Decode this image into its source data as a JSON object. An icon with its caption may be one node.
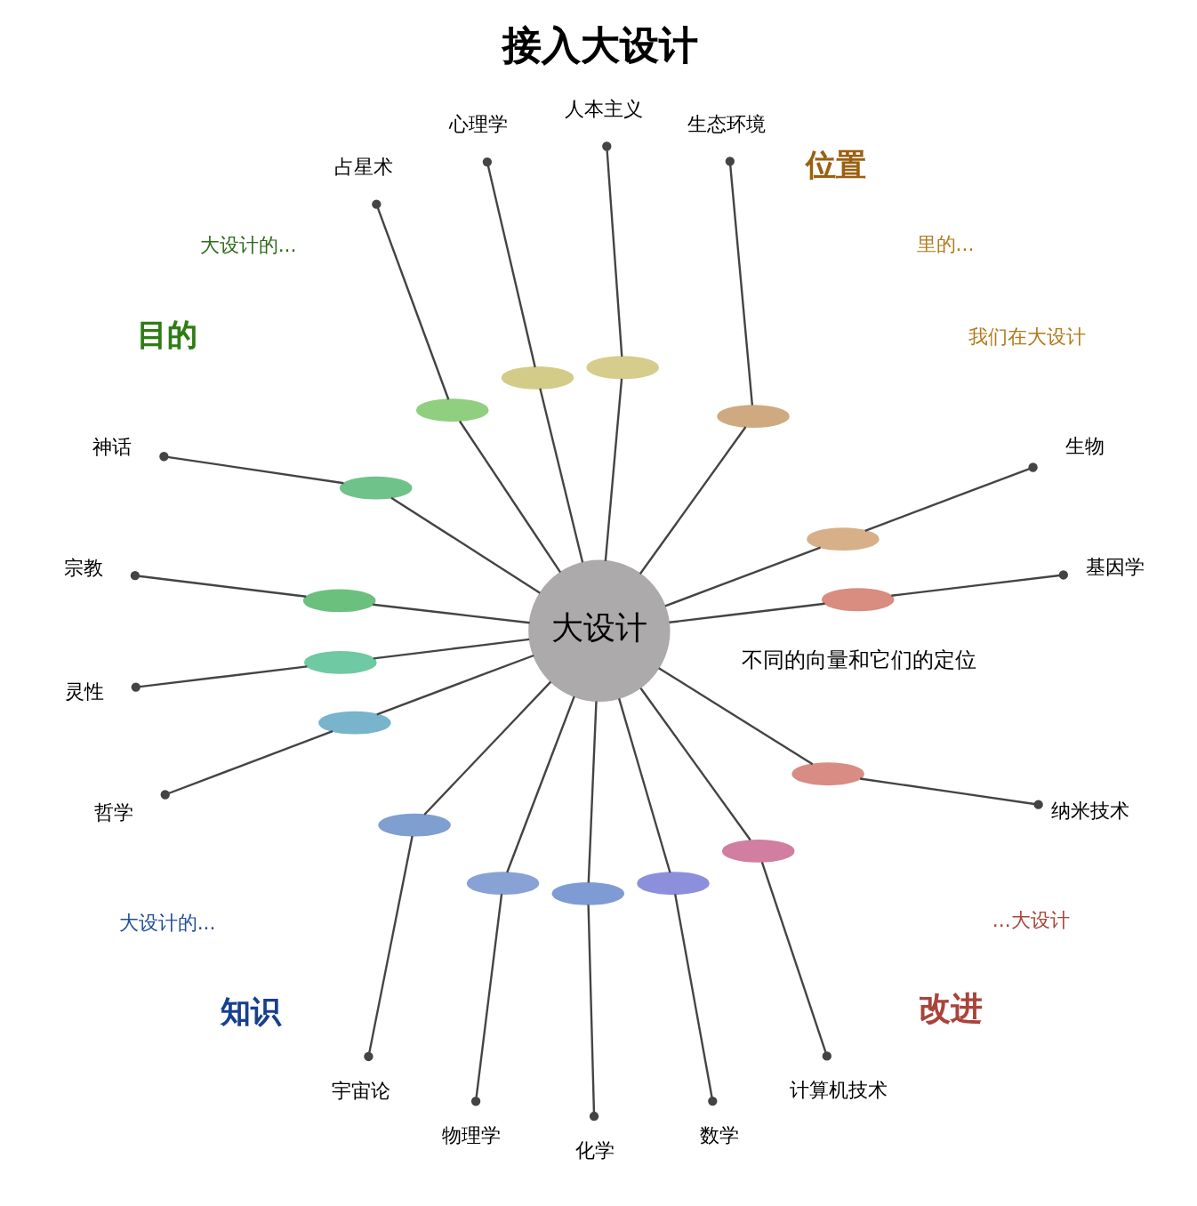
{
  "diagram": {
    "title": "接入大设计",
    "nodes": [
      {
        "text": [
          "大设计"
        ]
      },
      {
        "text": [
          "基因学"
        ]
      },
      {
        "text": [
          "生物"
        ]
      },
      {
        "text": [
          "生态环境"
        ]
      },
      {
        "text": [
          "人本主义"
        ]
      },
      {
        "text": [
          "心理学"
        ]
      },
      {
        "text": [
          "占星术"
        ]
      },
      {
        "text": [
          "神话"
        ]
      },
      {
        "text": [
          "宗教"
        ]
      },
      {
        "text": [
          "灵性"
        ]
      },
      {
        "text": [
          "哲学"
        ]
      },
      {
        "text": [
          "宇宙论"
        ]
      },
      {
        "text": [
          "物理学"
        ]
      },
      {
        "text": [
          "化学"
        ]
      },
      {
        "text": [
          "数学"
        ]
      },
      {
        "text": [
          "计算机技术"
        ]
      },
      {
        "text": [
          "纳米技术"
        ]
      },
      {
        "text": [],
        "shape": "lens"
      },
      {
        "text": [],
        "shape": "lens"
      },
      {
        "text": [],
        "shape": "lens"
      },
      {
        "text": [],
        "shape": "lens"
      },
      {
        "text": [],
        "shape": "lens"
      },
      {
        "text": [],
        "shape": "lens"
      },
      {
        "text": [],
        "shape": "lens"
      },
      {
        "text": [],
        "shape": "lens"
      },
      {
        "text": [],
        "shape": "lens"
      },
      {
        "text": [],
        "shape": "lens"
      },
      {
        "text": [],
        "shape": "lens"
      },
      {
        "text": [],
        "shape": "lens"
      },
      {
        "text": [],
        "shape": "lens"
      },
      {
        "text": [],
        "shape": "lens"
      },
      {
        "text": [],
        "shape": "lens"
      },
      {
        "text": [],
        "shape": "lens"
      }
    ],
    "edges": [
      {
        "from": 0,
        "to": 17,
        "arrow": "none"
      },
      {
        "from": 1,
        "to": 17,
        "arrow": "other"
      },
      {
        "from": 0,
        "to": 18,
        "arrow": "none"
      },
      {
        "from": 2,
        "to": 18,
        "arrow": "other"
      },
      {
        "from": 0,
        "to": 19,
        "arrow": "none"
      },
      {
        "from": 3,
        "to": 19,
        "arrow": "other"
      },
      {
        "from": 0,
        "to": 20,
        "arrow": "none"
      },
      {
        "from": 4,
        "to": 20,
        "arrow": "other"
      },
      {
        "from": 0,
        "to": 21,
        "arrow": "none"
      },
      {
        "from": 5,
        "to": 21,
        "arrow": "other"
      },
      {
        "from": 0,
        "to": 22,
        "arrow": "none"
      },
      {
        "from": 6,
        "to": 22,
        "arrow": "other"
      },
      {
        "from": 0,
        "to": 23,
        "arrow": "none"
      },
      {
        "from": 7,
        "to": 23,
        "arrow": "other"
      },
      {
        "from": 0,
        "to": 24,
        "arrow": "none"
      },
      {
        "from": 8,
        "to": 24,
        "arrow": "other"
      },
      {
        "from": 0,
        "to": 25,
        "arrow": "none"
      },
      {
        "from": 9,
        "to": 25,
        "arrow": "other"
      },
      {
        "from": 0,
        "to": 26,
        "arrow": "none"
      },
      {
        "from": 10,
        "to": 26,
        "arrow": "other"
      },
      {
        "from": 0,
        "to": 27,
        "arrow": "none"
      },
      {
        "from": 11,
        "to": 27,
        "arrow": "other"
      },
      {
        "from": 0,
        "to": 28,
        "arrow": "none"
      },
      {
        "from": 12,
        "to": 28,
        "arrow": "other"
      },
      {
        "from": 0,
        "to": 29,
        "arrow": "none"
      },
      {
        "from": 13,
        "to": 29,
        "arrow": "other"
      },
      {
        "from": 0,
        "to": 30,
        "arrow": "none"
      },
      {
        "from": 14,
        "to": 30,
        "arrow": "other"
      },
      {
        "from": 0,
        "to": 31,
        "arrow": "none"
      },
      {
        "from": 15,
        "to": 31,
        "arrow": "other"
      },
      {
        "from": 0,
        "to": 32,
        "arrow": "none"
      },
      {
        "from": 16,
        "to": 32,
        "arrow": "other"
      }
    ],
    "labels": [
      "不同的向量和它们的定位",
      "改进",
      "...大设计",
      "我们在大设计",
      "里的...",
      "位置",
      "大设计的...",
      "知识",
      "大设计的...",
      "目的"
    ]
  }
}
